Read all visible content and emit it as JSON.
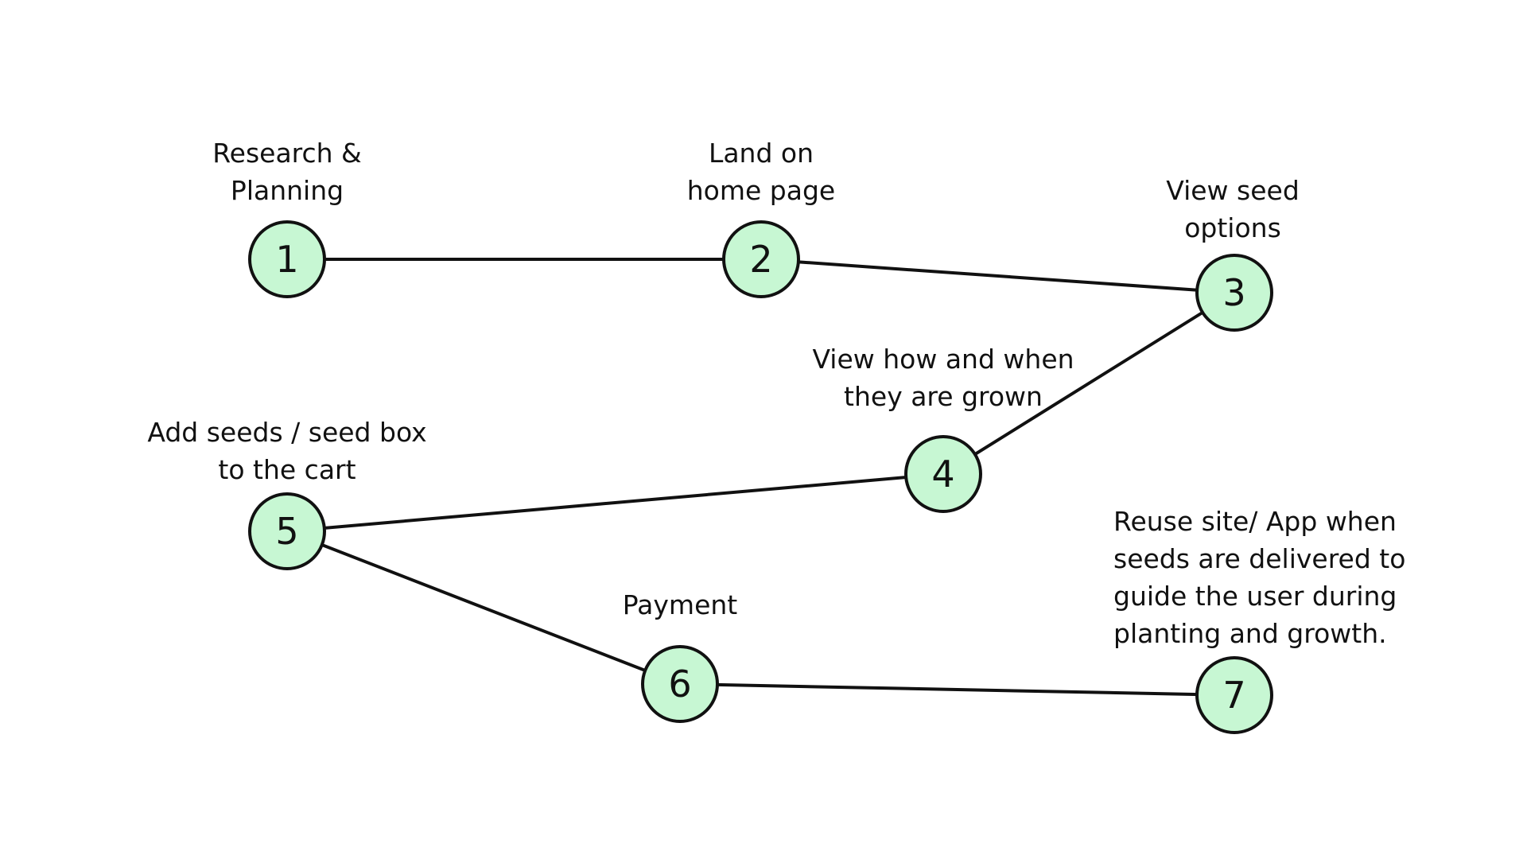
{
  "colors": {
    "node_fill": "#c7f7d3",
    "stroke": "#111111",
    "text": "#111111",
    "background": "#ffffff"
  },
  "steps": [
    {
      "number": "1",
      "label": "Research &\nPlanning"
    },
    {
      "number": "2",
      "label": "Land on\nhome page"
    },
    {
      "number": "3",
      "label": "View seed\noptions"
    },
    {
      "number": "4",
      "label": "View how and when\nthey are grown"
    },
    {
      "number": "5",
      "label": "Add seeds / seed box\nto the cart"
    },
    {
      "number": "6",
      "label": "Payment"
    },
    {
      "number": "7",
      "label": "Reuse site/ App when\nseeds are delivered to\nguide the user during\nplanting and growth."
    }
  ],
  "connections": [
    {
      "from": "1",
      "to": "2"
    },
    {
      "from": "2",
      "to": "3"
    },
    {
      "from": "3",
      "to": "4"
    },
    {
      "from": "4",
      "to": "5"
    },
    {
      "from": "5",
      "to": "6"
    },
    {
      "from": "6",
      "to": "7"
    }
  ]
}
